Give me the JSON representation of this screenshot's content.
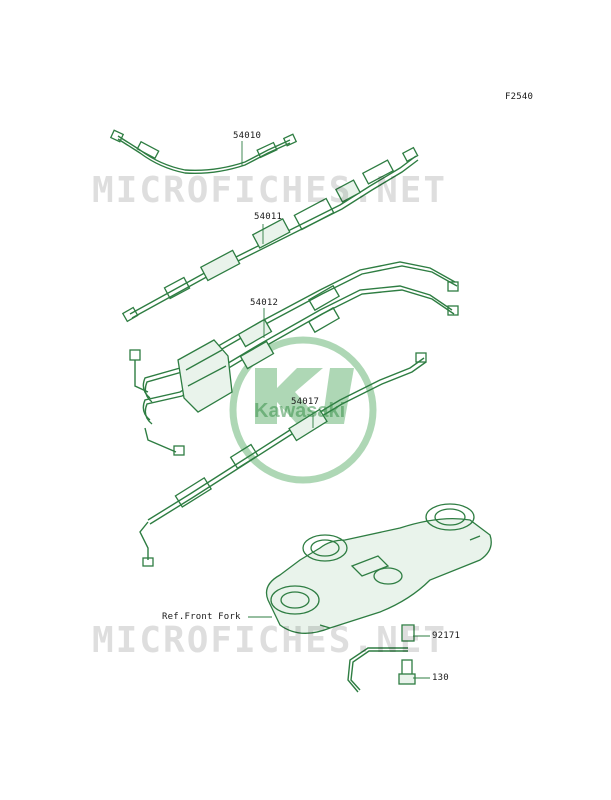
{
  "figure_code": "F2540",
  "watermark": "MICROFICHES.NET",
  "logo_text": "Kawasaki",
  "parts": {
    "p54010": "54010",
    "p54011": "54011",
    "p54012": "54012",
    "p54017": "54017",
    "p92171": "92171",
    "p130": "130",
    "ref_front_fork": "Ref.Front Fork"
  },
  "colors": {
    "line": "#2e7d42",
    "logo": "#5aa86a",
    "watermark": "#bdbdbd"
  }
}
